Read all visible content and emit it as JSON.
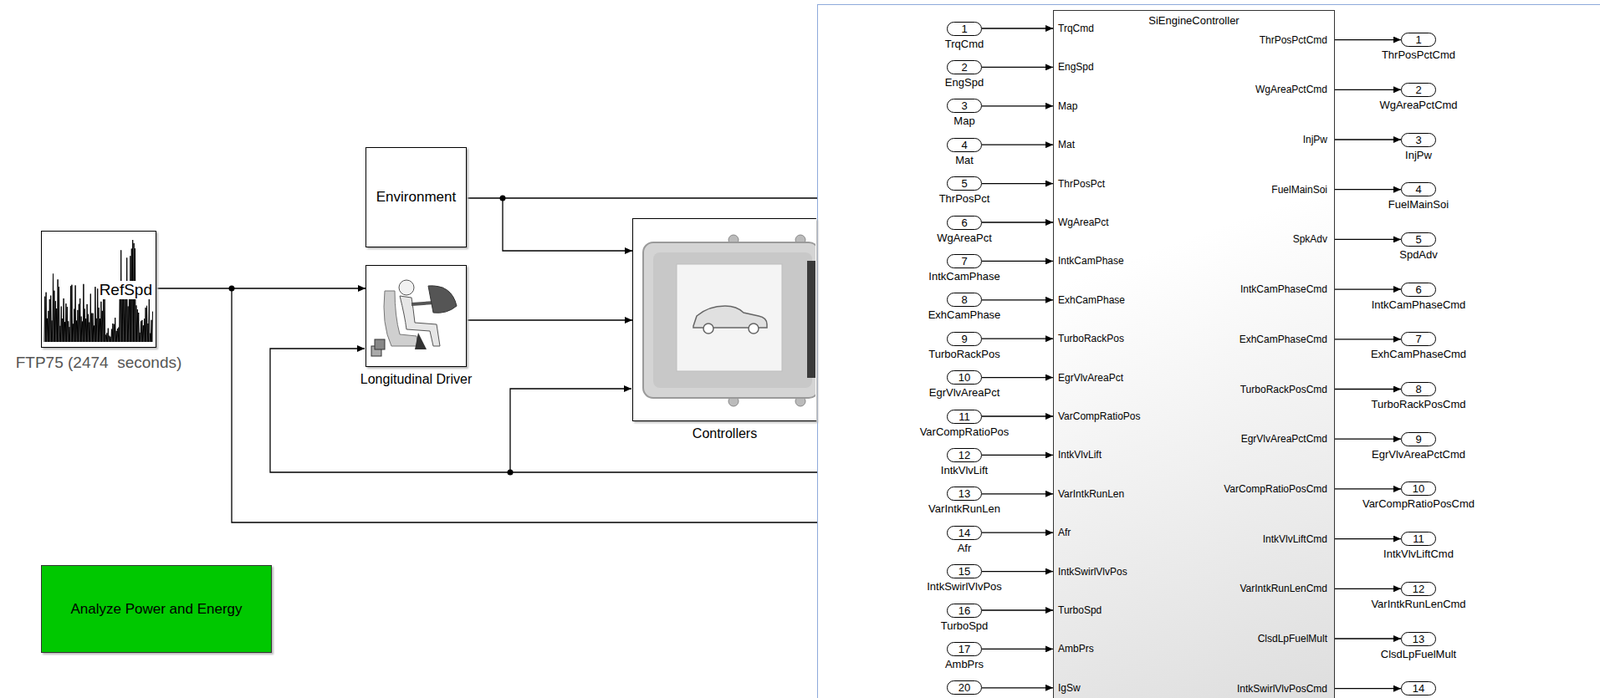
{
  "diagram": {
    "nodes": [
      {
        "text": [
          "RefSpd",
          "FTP75 (2474  seconds)"
        ]
      },
      {
        "text": [
          "Environment"
        ]
      },
      {
        "text": [
          "Longitudinal Driver"
        ]
      },
      {
        "text": [
          "Controllers"
        ]
      },
      {
        "text": [
          "Analyze Power and Energy"
        ]
      },
      {
        "text": [
          "SiEngineController"
        ]
      },
      {
        "text": [
          "1",
          "TrqCmd"
        ]
      },
      {
        "text": [
          "2",
          "EngSpd"
        ]
      },
      {
        "text": [
          "3",
          "Map"
        ]
      },
      {
        "text": [
          "4",
          "Mat"
        ]
      },
      {
        "text": [
          "5",
          "ThrPosPct"
        ]
      },
      {
        "text": [
          "6",
          "WgAreaPct"
        ]
      },
      {
        "text": [
          "7",
          "IntkCamPhase"
        ]
      },
      {
        "text": [
          "8",
          "ExhCamPhase"
        ]
      },
      {
        "text": [
          "9",
          "TurboRackPos"
        ]
      },
      {
        "text": [
          "10",
          "EgrVlvAreaPct"
        ]
      },
      {
        "text": [
          "11",
          "VarCompRatioPos"
        ]
      },
      {
        "text": [
          "12",
          "IntkVlvLift"
        ]
      },
      {
        "text": [
          "13",
          "VarIntkRunLen"
        ]
      },
      {
        "text": [
          "14",
          "Afr"
        ]
      },
      {
        "text": [
          "15",
          "IntkSwirlVlvPos"
        ]
      },
      {
        "text": [
          "16",
          "TurboSpd"
        ]
      },
      {
        "text": [
          "17",
          "AmbPrs"
        ]
      },
      {
        "text": [
          "20"
        ]
      },
      {
        "text": [
          "1",
          "ThrPosPctCmd"
        ]
      },
      {
        "text": [
          "2",
          "WgAreaPctCmd"
        ]
      },
      {
        "text": [
          "3",
          "InjPw"
        ]
      },
      {
        "text": [
          "4",
          "FuelMainSoi"
        ]
      },
      {
        "text": [
          "5",
          "SpdAdv"
        ]
      },
      {
        "text": [
          "6",
          "IntkCamPhaseCmd"
        ]
      },
      {
        "text": [
          "7",
          "ExhCamPhaseCmd"
        ]
      },
      {
        "text": [
          "8",
          "TurboRackPosCmd"
        ]
      },
      {
        "text": [
          "9",
          "EgrVlvAreaPctCmd"
        ]
      },
      {
        "text": [
          "10",
          "VarCompRatioPosCmd"
        ]
      },
      {
        "text": [
          "11",
          "IntkVlvLiftCmd"
        ]
      },
      {
        "text": [
          "12",
          "VarIntkRunLenCmd"
        ]
      },
      {
        "text": [
          "13",
          "ClsdLpFuelMult"
        ]
      },
      {
        "text": [
          "14"
        ]
      }
    ],
    "edges": [
      {
        "from": 0,
        "to": 2,
        "arrow": "to"
      },
      {
        "from": 1,
        "to": 3,
        "arrow": "to"
      },
      {
        "from": 2,
        "to": 3,
        "arrow": "to"
      },
      {
        "from": 6,
        "to": 5,
        "arrow": "to"
      },
      {
        "from": 7,
        "to": 5,
        "arrow": "to"
      },
      {
        "from": 8,
        "to": 5,
        "arrow": "to"
      },
      {
        "from": 9,
        "to": 5,
        "arrow": "to"
      },
      {
        "from": 10,
        "to": 5,
        "arrow": "to"
      },
      {
        "from": 11,
        "to": 5,
        "arrow": "to"
      },
      {
        "from": 12,
        "to": 5,
        "arrow": "to"
      },
      {
        "from": 13,
        "to": 5,
        "arrow": "to"
      },
      {
        "from": 14,
        "to": 5,
        "arrow": "to"
      },
      {
        "from": 15,
        "to": 5,
        "arrow": "to"
      },
      {
        "from": 16,
        "to": 5,
        "arrow": "to"
      },
      {
        "from": 17,
        "to": 5,
        "arrow": "to"
      },
      {
        "from": 18,
        "to": 5,
        "arrow": "to"
      },
      {
        "from": 19,
        "to": 5,
        "arrow": "to"
      },
      {
        "from": 20,
        "to": 5,
        "arrow": "to"
      },
      {
        "from": 21,
        "to": 5,
        "arrow": "to"
      },
      {
        "from": 22,
        "to": 5,
        "arrow": "to"
      },
      {
        "from": 23,
        "to": 5,
        "arrow": "to"
      },
      {
        "from": 5,
        "to": 24,
        "arrow": "to"
      },
      {
        "from": 5,
        "to": 25,
        "arrow": "to"
      },
      {
        "from": 5,
        "to": 26,
        "arrow": "to"
      },
      {
        "from": 5,
        "to": 27,
        "arrow": "to"
      },
      {
        "from": 5,
        "to": 28,
        "arrow": "to"
      },
      {
        "from": 5,
        "to": 29,
        "arrow": "to"
      },
      {
        "from": 5,
        "to": 30,
        "arrow": "to"
      },
      {
        "from": 5,
        "to": 31,
        "arrow": "to"
      },
      {
        "from": 5,
        "to": 32,
        "arrow": "to"
      },
      {
        "from": 5,
        "to": 33,
        "arrow": "to"
      },
      {
        "from": 5,
        "to": 34,
        "arrow": "to"
      },
      {
        "from": 5,
        "to": 35,
        "arrow": "to"
      },
      {
        "from": 5,
        "to": 36,
        "arrow": "to"
      },
      {
        "from": 5,
        "to": 37,
        "arrow": "to"
      }
    ],
    "labels": [
      "TrqCmd",
      "EngSpd",
      "Map",
      "Mat",
      "ThrPosPct",
      "WgAreaPct",
      "IntkCamPhase",
      "ExhCamPhase",
      "TurboRackPos",
      "EgrVlvAreaPct",
      "VarCompRatioPos",
      "IntkVlvLift",
      "VarIntkRunLen",
      "Afr",
      "IntkSwirlVlvPos",
      "TurboSpd",
      "AmbPrs",
      "IgSw",
      "ThrPosPctCmd",
      "WgAreaPctCmd",
      "InjPw",
      "FuelMainSoi",
      "SpkAdv",
      "IntkCamPhaseCmd",
      "ExhCamPhaseCmd",
      "TurboRackPosCmd",
      "EgrVlvAreaPctCmd",
      "VarCompRatioPosCmd",
      "IntkVlvLiftCmd",
      "VarIntkRunLenCmd",
      "ClsdLpFuelMult",
      "IntkSwirlVlvPosCmd"
    ]
  }
}
